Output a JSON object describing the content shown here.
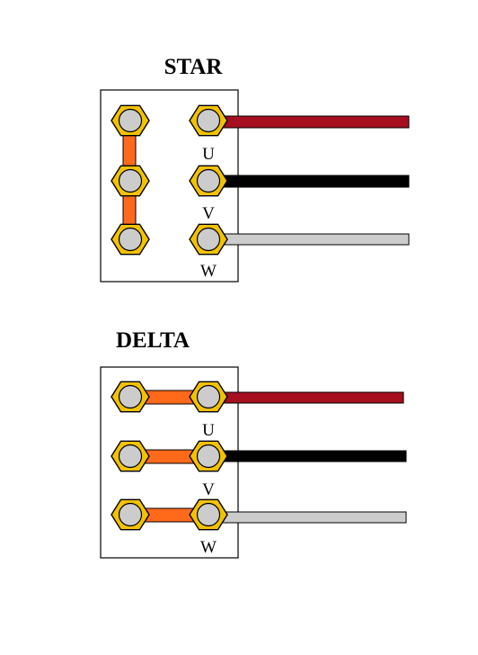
{
  "colors": {
    "nut": "#F2C200",
    "bolt": "#CCCCCC",
    "link": "#FF6A1A",
    "wire_u": "#A50F1F",
    "wire_v": "#000000",
    "wire_w": "#CCCCCC"
  },
  "star": {
    "title": "STAR",
    "labels": [
      "U",
      "V",
      "W"
    ]
  },
  "delta": {
    "title": "DELTA",
    "labels": [
      "U",
      "V",
      "W"
    ]
  }
}
